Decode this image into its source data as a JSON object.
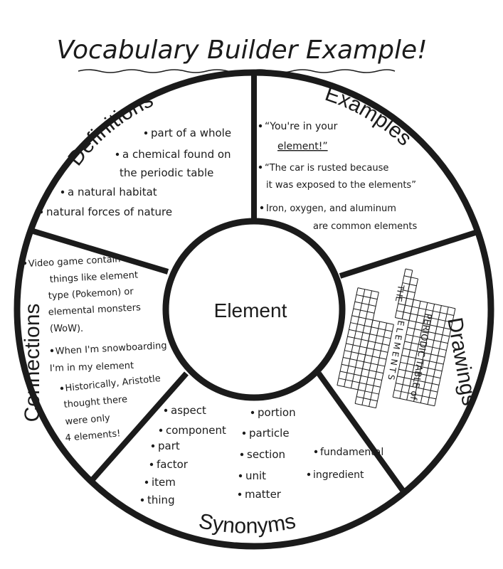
{
  "title": "Vocabulary Builder Example!",
  "center_word": "Element",
  "sections": {
    "definitions": {
      "label": "Definitions",
      "items": [
        "part of a whole",
        "a chemical found on",
        "the periodic table",
        "a natural habitat",
        "natural forces of nature"
      ]
    },
    "examples": {
      "label": "Examples",
      "items": [
        "“You're in your",
        "element!”",
        "“The car is rusted because",
        "it was exposed to the elements”",
        "Iron, oxygen, and aluminum",
        "are common elements"
      ]
    },
    "drawings": {
      "label": "Drawings",
      "table_label_1": "THE",
      "table_label_2": "PERIODIC TABLE of",
      "table_label_3": "ELEMENTS"
    },
    "synonyms": {
      "label": "Synonyms",
      "col1": [
        "aspect",
        "component",
        "part",
        "factor",
        "item",
        "thing"
      ],
      "col2": [
        "portion",
        "particle",
        "section",
        "unit",
        "matter"
      ],
      "col3": [
        "fundamental",
        "ingredient"
      ]
    },
    "connections": {
      "label": "Connections",
      "items": [
        "Video game contain",
        "things like element",
        "type (Pokemon) or",
        "elemental monsters",
        "(WoW).",
        "When I'm snowboarding",
        "I'm in my element",
        "Historically, Aristotle",
        "thought there",
        "were only",
        "4 elements!"
      ]
    }
  },
  "colors": {
    "ink": "#1b1b1b",
    "paper": "#ffffff"
  }
}
